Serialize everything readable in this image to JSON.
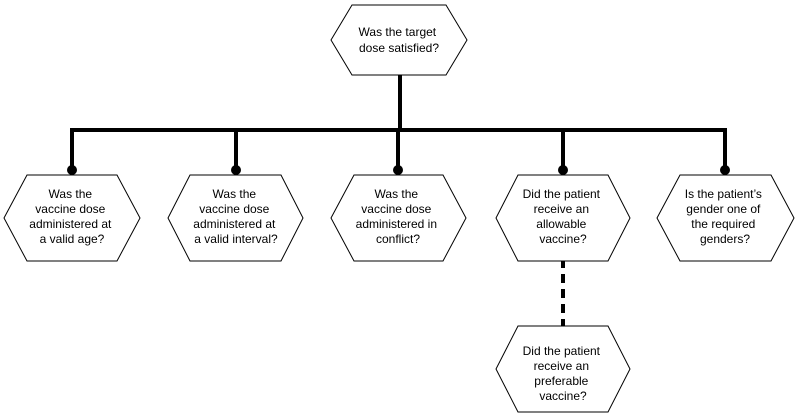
{
  "root": {
    "lines": [
      "Was the target",
      "dose satisfied?"
    ]
  },
  "children": [
    {
      "lines": [
        "Was the",
        "vaccine dose",
        "administered at",
        "a valid age?"
      ]
    },
    {
      "lines": [
        "Was the",
        "vaccine dose",
        "administered at",
        "a valid interval?"
      ]
    },
    {
      "lines": [
        "Was the",
        "vaccine dose",
        "administered in",
        "conflict?"
      ]
    },
    {
      "lines": [
        "Did the patient",
        "receive an",
        "allowable",
        "vaccine?"
      ]
    },
    {
      "lines": [
        "Is the patient’s",
        "gender one of",
        "the required",
        "genders?"
      ]
    }
  ],
  "sub_child": {
    "lines": [
      "Did the patient",
      "receive an",
      "preferable",
      "vaccine?"
    ]
  },
  "colors": {
    "node_fill": "#ffffff",
    "node_stroke": "#000000",
    "connector": "#000000",
    "text": "#000000"
  }
}
